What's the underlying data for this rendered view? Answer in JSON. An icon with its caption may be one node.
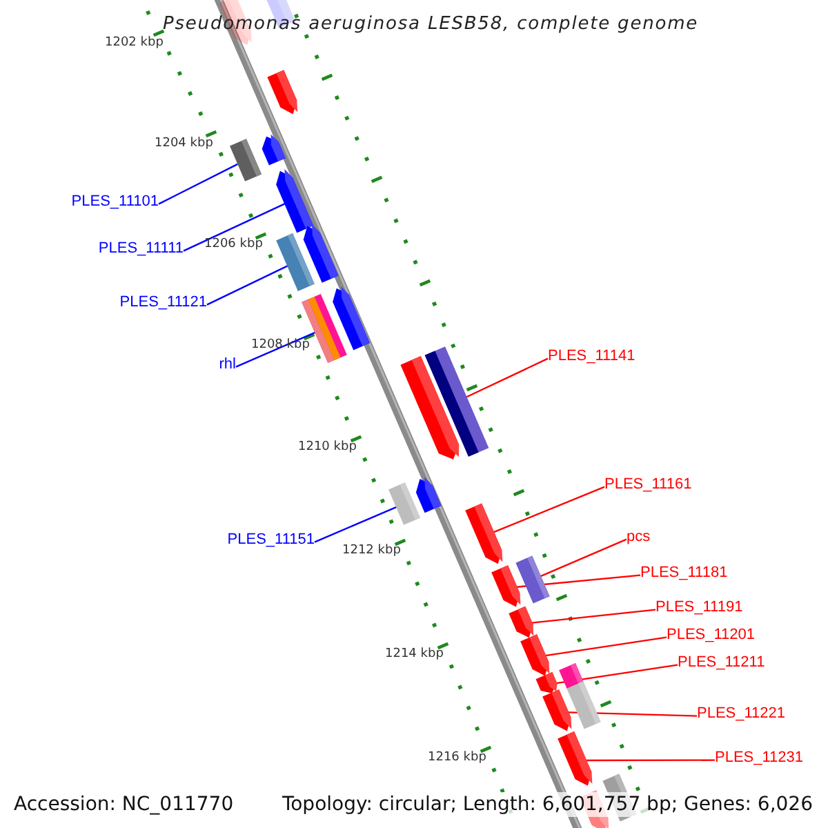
{
  "diagram": {
    "title": "Pseudomonas aeruginosa LESB58, complete genome",
    "nodes": [
      {
        "text": [
          "PLES_11101"
        ]
      },
      {
        "text": [
          "PLES_11111"
        ]
      },
      {
        "text": [
          "PLES_11121"
        ]
      },
      {
        "text": [
          "PLES_11141"
        ]
      },
      {
        "text": [
          "rhl"
        ]
      },
      {
        "text": [
          "PLES_11161"
        ]
      },
      {
        "text": [
          "pcs"
        ]
      },
      {
        "text": [
          "PLES_11151"
        ]
      },
      {
        "text": [
          "PLES_11181"
        ]
      },
      {
        "text": [
          "PLES_11191"
        ]
      },
      {
        "text": [
          "PLES_11201"
        ]
      },
      {
        "text": [
          "PLES_11211"
        ]
      },
      {
        "text": [
          "PLES_11221"
        ]
      },
      {
        "text": [
          "PLES_11231"
        ]
      },
      {
        "text": [],
        "shape": "pentagon"
      },
      {
        "text": [],
        "shape": "pentagon"
      },
      {
        "text": [],
        "shape": "pentagon"
      },
      {
        "text": [],
        "shape": "pentagon"
      },
      {
        "text": [],
        "shape": "box"
      },
      {
        "text": [],
        "shape": "pentagon"
      },
      {
        "text": [],
        "shape": "pentagon"
      },
      {
        "text": [],
        "shape": "box"
      },
      {
        "text": [],
        "shape": "pentagon"
      },
      {
        "text": [],
        "shape": "box"
      },
      {
        "text": [],
        "shape": "box"
      },
      {
        "text": [],
        "shape": "pentagon"
      },
      {
        "text": [],
        "shape": "pentagon"
      },
      {
        "text": [],
        "shape": "box"
      },
      {
        "text": [],
        "shape": "pentagon"
      },
      {
        "text": [],
        "shape": "box"
      },
      {
        "text": [],
        "shape": "pentagon"
      },
      {
        "text": [],
        "shape": "pentagon"
      },
      {
        "text": [],
        "shape": "pentagon"
      },
      {
        "text": [],
        "shape": "box"
      },
      {
        "text": [],
        "shape": "pentagon"
      },
      {
        "text": [],
        "shape": "box"
      },
      {
        "text": [],
        "shape": "pentagon"
      },
      {
        "text": [],
        "shape": "pentagon"
      },
      {
        "text": [],
        "shape": "box"
      },
      {
        "text": [],
        "shape": "pentagon"
      }
    ],
    "edges": [
      {
        "from": 0,
        "to": 18,
        "arrow": "none",
        "color": "#0000ff"
      },
      {
        "from": 1,
        "to": 19,
        "arrow": "none",
        "color": "#0000ff"
      },
      {
        "from": 2,
        "to": 21,
        "arrow": "none",
        "color": "#0000ff"
      },
      {
        "from": 3,
        "to": 24,
        "arrow": "none"
      },
      {
        "from": 4,
        "to": 23,
        "arrow": "none",
        "color": "#0000ff"
      },
      {
        "from": 5,
        "to": 28,
        "arrow": "none"
      },
      {
        "from": 6,
        "to": 29,
        "arrow": "none"
      },
      {
        "from": 7,
        "to": 27,
        "arrow": "none",
        "color": "#0000ff"
      },
      {
        "from": 8,
        "to": 30,
        "arrow": "none"
      },
      {
        "from": 9,
        "to": 31,
        "arrow": "none"
      },
      {
        "from": 10,
        "to": 32,
        "arrow": "none"
      },
      {
        "from": 11,
        "to": 34,
        "arrow": "none"
      },
      {
        "from": 12,
        "to": 36,
        "arrow": "none"
      },
      {
        "from": 13,
        "to": 37,
        "arrow": "none"
      }
    ],
    "labels": [
      "1202 kbp",
      "1204 kbp",
      "1206 kbp",
      "1208 kbp",
      "1210 kbp",
      "1212 kbp",
      "1214 kbp",
      "1216 kbp",
      "Accession: NC_011770",
      "Topology: circular; Length: 6,601,757 bp; Genes: 6,026"
    ]
  }
}
